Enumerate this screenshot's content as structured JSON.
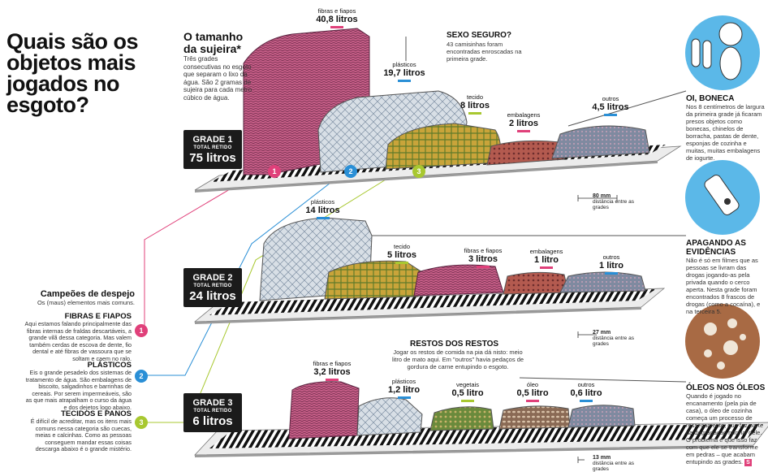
{
  "title": "Quais são os objetos mais jogados no esgoto?",
  "intro": {
    "heading": "O tamanho da sujeira*",
    "body": "Três grades consecutivas no esgoto que separam o lixo da água. São 2 gramas de sujeira para cada metro cúbico de água."
  },
  "sexo_seguro": {
    "heading": "SEXO SEGURO?",
    "body": "43 camisinhas foram encontradas enroscadas na primeira grade."
  },
  "grades": [
    {
      "label": "GRADE 1",
      "total_label": "TOTAL RETIDO",
      "total": "75 litros",
      "items": [
        {
          "name": "fibras e fiapos",
          "value": "40,8 litros",
          "liters": 40.8,
          "color": "#e0407a"
        },
        {
          "name": "plásticos",
          "value": "19,7 litros",
          "liters": 19.7,
          "color": "#2a8fd6"
        },
        {
          "name": "tecido",
          "value": "8 litros",
          "liters": 8,
          "color": "#a8c830"
        },
        {
          "name": "embalagens",
          "value": "2 litros",
          "liters": 2,
          "color": "#e0407a"
        },
        {
          "name": "outros",
          "value": "4,5 litros",
          "liters": 4.5,
          "color": "#2a8fd6"
        }
      ],
      "scale_value": "80 mm",
      "scale_label": "distância entre as grades"
    },
    {
      "label": "GRADE 2",
      "total_label": "TOTAL RETIDO",
      "total": "24 litros",
      "items": [
        {
          "name": "plásticos",
          "value": "14 litros",
          "liters": 14,
          "color": "#2a8fd6"
        },
        {
          "name": "tecido",
          "value": "5 litros",
          "liters": 5,
          "color": "#a8c830"
        },
        {
          "name": "fibras e fiapos",
          "value": "3 litros",
          "liters": 3,
          "color": "#e0407a"
        },
        {
          "name": "embalagens",
          "value": "1 litro",
          "liters": 1,
          "color": "#e0407a"
        },
        {
          "name": "outros",
          "value": "1 litro",
          "liters": 1,
          "color": "#2a8fd6"
        }
      ],
      "scale_value": "27 mm",
      "scale_label": "distância entre as grades"
    },
    {
      "label": "GRADE 3",
      "total_label": "TOTAL RETIDO",
      "total": "6 litros",
      "items": [
        {
          "name": "fibras e fiapos",
          "value": "3,2 litros",
          "liters": 3.2,
          "color": "#e0407a"
        },
        {
          "name": "plásticos",
          "value": "1,2 litro",
          "liters": 1.2,
          "color": "#2a8fd6"
        },
        {
          "name": "vegetais",
          "value": "0,5 litro",
          "liters": 0.5,
          "color": "#a8c830"
        },
        {
          "name": "óleo",
          "value": "0,5 litro",
          "liters": 0.5,
          "color": "#e0407a"
        },
        {
          "name": "outros",
          "value": "0,6 litro",
          "liters": 0.6,
          "color": "#2a8fd6"
        }
      ],
      "scale_value": "13 mm",
      "scale_label": "distância entre as grades"
    }
  ],
  "restos": {
    "heading": "RESTOS DOS RESTOS",
    "body": "Jogar os restos de comida na pia dá nisto: meio litro de mato aqui. Em \"outros\" havia pedaços de gordura de carne entupindo o esgoto."
  },
  "campeoes": {
    "heading": "Campeões de despejo",
    "sub": "Os (maus) elementos mais comuns.",
    "items": [
      {
        "num": "1",
        "title": "FIBRAS E FIAPOS",
        "body": "Aqui estamos falando principalmente das fibras internas de fraldas descartáveis, a grande vilã dessa categoria. Mas valem também cerdas de escova de dente, fio dental e até fibras de vassoura que se soltam e caem no ralo.",
        "color": "#e0407a"
      },
      {
        "num": "2",
        "title": "PLÁSTICOS",
        "body": "Eis o grande pesadelo dos sistemas de tratamento de água. São embalagens de biscoito, salgadinhos e barrinhas de cereais. Por serem impermeáveis, são as que mais atrapalham o curso da água e dos dejetos logo abaixo.",
        "color": "#2a8fd6"
      },
      {
        "num": "3",
        "title": "TECIDOS E PANOS",
        "body": "É difícil de acreditar, mas os itens mais comuns nessa categoria são cuecas, meias e calcinhas. Como as pessoas conseguem mandar essas coisas descarga abaixo é o grande mistério.",
        "color": "#a8c830"
      }
    ]
  },
  "sidebar": [
    {
      "heading": "OI, BONECA",
      "body": "Nos 8 centímetros de largura da primeira grade já ficaram presos objetos como bonecas, chinelos de borracha, pastas de dente, esponjas de cozinha e muitas, muitas embalagens de iogurte."
    },
    {
      "heading": "APAGANDO AS EVIDÊNCIAS",
      "body": "Não é só em filmes que as pessoas se livram das drogas jogando-as pela privada quando o cerco aperta. Nesta grade foram encontrados 8 frascos de drogas (como a cocaína), e na terceira 5."
    },
    {
      "heading": "ÓLEOS NOS ÓLEOS",
      "body": "Quando é jogado no encanamento (pela pia de casa), o óleo de cozinha começa um processo de ressecamento, que faz parte da degradação normal dele. O problema é que isso faz com que ele se transforme em pedras – que acabam entupindo as grades."
    }
  ],
  "end_mark": "S",
  "colors": {
    "pink": "#e0407a",
    "blue": "#2a8fd6",
    "green": "#a8c830",
    "dark": "#1b1b1b"
  },
  "icons": [
    "doll-icon",
    "drug-vial-icon",
    "oil-stones-icon"
  ]
}
